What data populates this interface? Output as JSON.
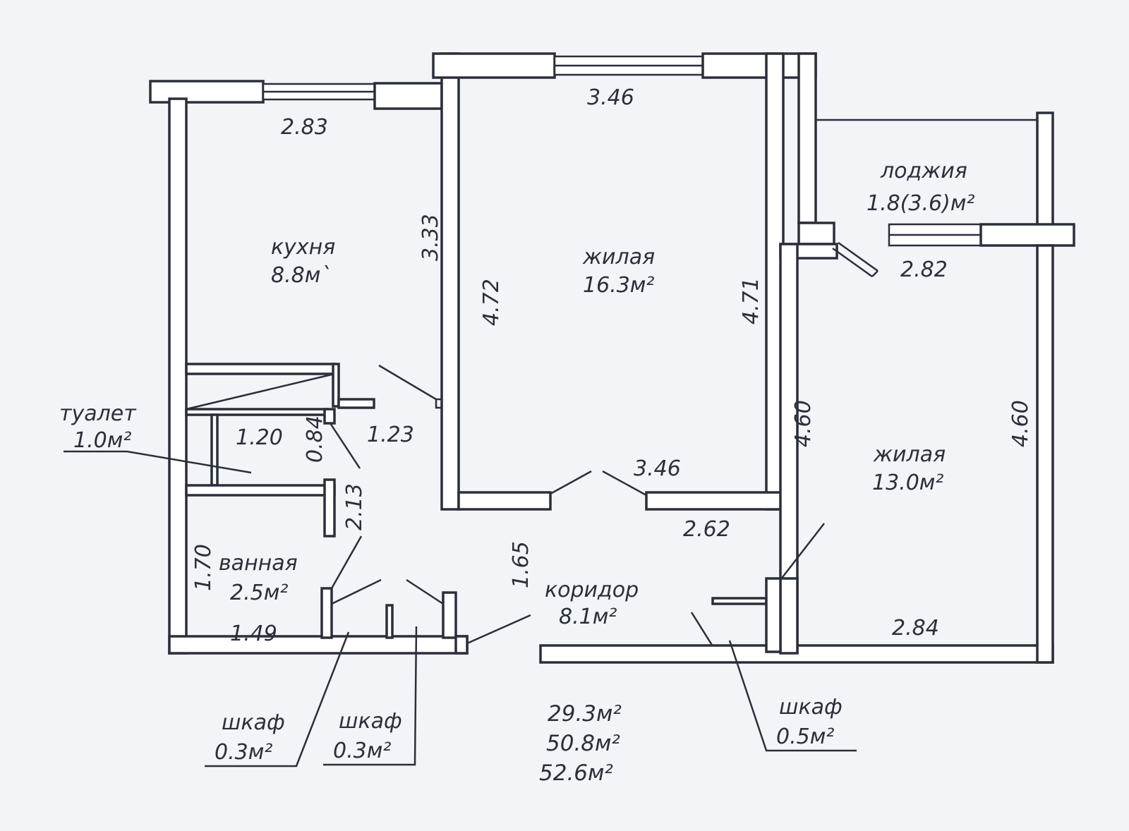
{
  "colors": {
    "background": "#f2f4f7",
    "ink": "#2b2f3a",
    "wall_fill": "#ffffff"
  },
  "rooms": {
    "kitchen": {
      "name": "кухня",
      "area": "8.8м`"
    },
    "living_large": {
      "name": "жилая",
      "area": "16.3м²"
    },
    "living_small": {
      "name": "жилая",
      "area": "13.0м²"
    },
    "loggia": {
      "name": "лоджия",
      "area": "1.8(3.6)м²"
    },
    "toilet": {
      "name": "туалет",
      "area": "1.0м²"
    },
    "bathroom": {
      "name": "ванная",
      "area": "2.5м²"
    },
    "corridor": {
      "name": "коридор",
      "area": "8.1м²"
    },
    "closet_1": {
      "name": "шкаф",
      "area": "0.3м²"
    },
    "closet_2": {
      "name": "шкаф",
      "area": "0.3м²"
    },
    "closet_3": {
      "name": "шкаф",
      "area": "0.5м²"
    }
  },
  "dimensions": {
    "kitchen_width": "2.83",
    "kitchen_depth": "3.33",
    "living_large_top": "3.46",
    "living_large_left": "4.72",
    "living_large_right": "4.71",
    "living_large_bottom": "3.46",
    "loggia_width": "2.82",
    "living_small_left": "4.60",
    "living_small_right": "4.60",
    "living_small_bottom": "2.84",
    "corridor_top": "2.62",
    "corridor_height": "1.65",
    "toilet_width": "1.20",
    "toilet_depth": "0.84",
    "hall_width": "1.23",
    "hall_depth": "2.13",
    "bath_height": "1.70",
    "bath_width": "1.49"
  },
  "totals": {
    "living": "29.3м²",
    "total": "50.8м²",
    "total_with_loggia": "52.6м²"
  }
}
